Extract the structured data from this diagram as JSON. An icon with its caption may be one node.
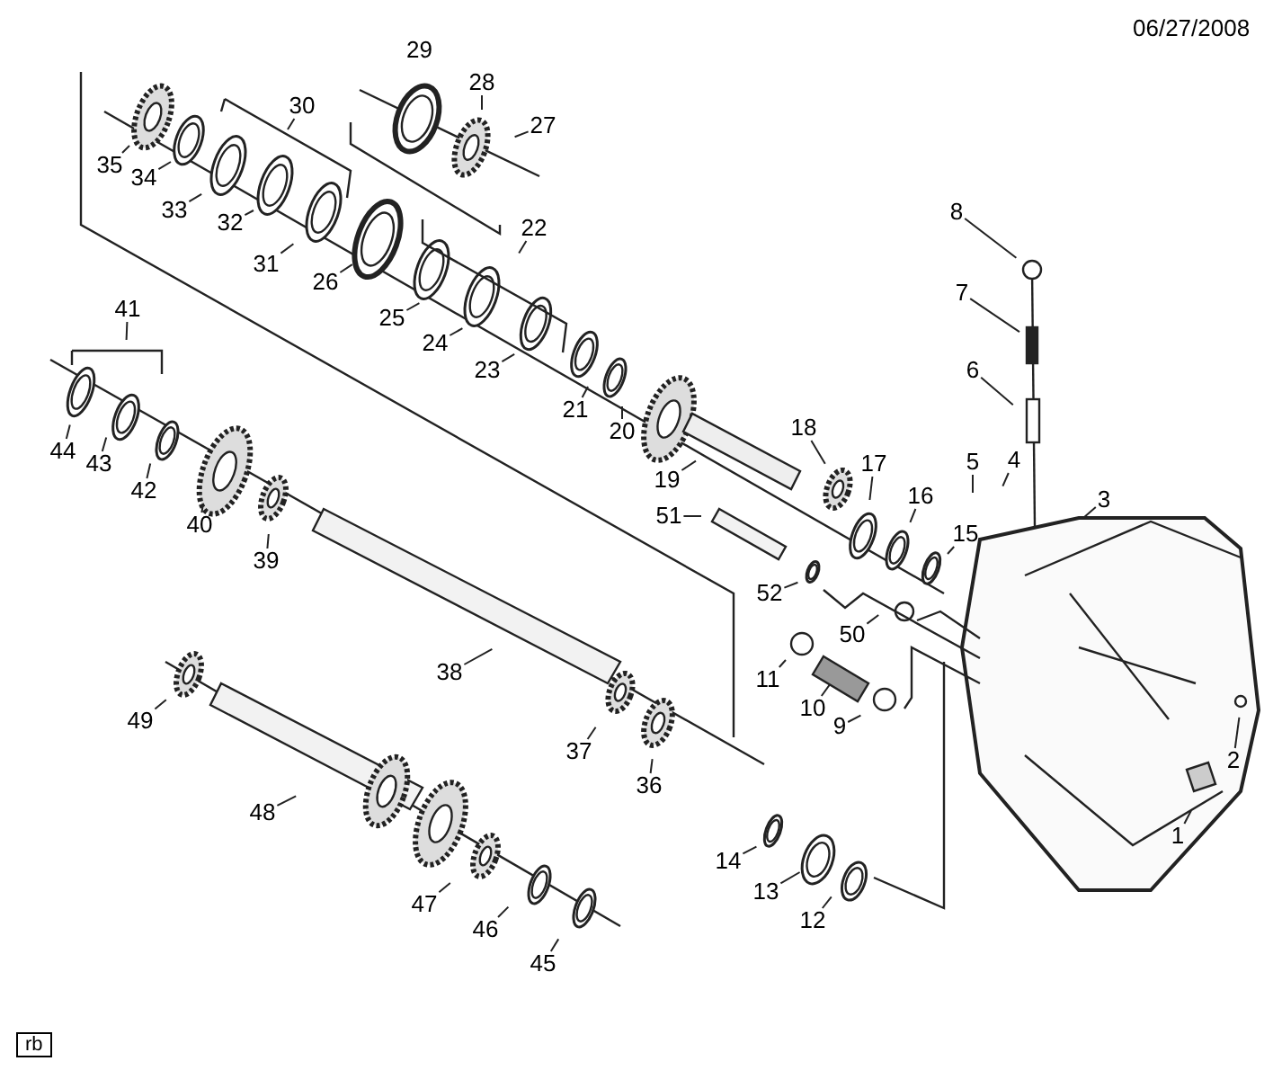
{
  "diagram": {
    "nodes": [
      {
        "text": [
          "1"
        ]
      },
      {
        "text": [
          "2"
        ]
      },
      {
        "text": [
          "3"
        ]
      },
      {
        "text": [
          "4"
        ]
      },
      {
        "text": [
          "5"
        ]
      },
      {
        "text": [
          "6"
        ]
      },
      {
        "text": [
          "7"
        ]
      },
      {
        "text": [
          "8"
        ]
      },
      {
        "text": [
          "9"
        ]
      },
      {
        "text": [
          "10"
        ]
      },
      {
        "text": [
          "11"
        ]
      },
      {
        "text": [
          "12"
        ]
      },
      {
        "text": [
          "13"
        ]
      },
      {
        "text": [
          "14"
        ]
      },
      {
        "text": [
          "15"
        ]
      },
      {
        "text": [
          "16"
        ]
      },
      {
        "text": [
          "17"
        ]
      },
      {
        "text": [
          "18"
        ]
      },
      {
        "text": [
          "19"
        ]
      },
      {
        "text": [
          "20"
        ]
      },
      {
        "text": [
          "21"
        ]
      },
      {
        "text": [
          "22"
        ]
      },
      {
        "text": [
          "23"
        ]
      },
      {
        "text": [
          "24"
        ]
      },
      {
        "text": [
          "25"
        ]
      },
      {
        "text": [
          "26"
        ]
      },
      {
        "text": [
          "27"
        ]
      },
      {
        "text": [
          "28"
        ]
      },
      {
        "text": [
          "30"
        ]
      },
      {
        "text": [
          "31"
        ]
      },
      {
        "text": [
          "32"
        ]
      },
      {
        "text": [
          "33"
        ]
      },
      {
        "text": [
          "34"
        ]
      },
      {
        "text": [
          "35"
        ]
      },
      {
        "text": [
          "36"
        ]
      },
      {
        "text": [
          "37"
        ]
      },
      {
        "text": [
          "38"
        ]
      },
      {
        "text": [
          "39"
        ]
      },
      {
        "text": [
          "40"
        ]
      },
      {
        "text": [
          "41"
        ]
      },
      {
        "text": [
          "42"
        ]
      },
      {
        "text": [
          "43"
        ]
      },
      {
        "text": [
          "44"
        ]
      },
      {
        "text": [
          "45"
        ]
      },
      {
        "text": [
          "46"
        ]
      },
      {
        "text": [
          "47"
        ]
      },
      {
        "text": [
          "48"
        ]
      },
      {
        "text": [
          "49"
        ]
      },
      {
        "text": [
          "50"
        ]
      },
      {
        "text": [
          "51"
        ]
      },
      {
        "text": [
          "52"
        ]
      }
    ],
    "edges": [
      {
        "from": 0,
        "to": null,
        "arrow": "none"
      },
      {
        "from": 1,
        "to": null,
        "arrow": "none"
      },
      {
        "from": 2,
        "to": null,
        "arrow": "none"
      },
      {
        "from": 3,
        "to": null,
        "arrow": "none"
      },
      {
        "from": 4,
        "to": null,
        "arrow": "none"
      },
      {
        "from": 5,
        "to": null,
        "arrow": "none"
      },
      {
        "from": 6,
        "to": null,
        "arrow": "none"
      },
      {
        "from": 7,
        "to": null,
        "arrow": "none"
      },
      {
        "from": 8,
        "to": null,
        "arrow": "none"
      },
      {
        "from": 9,
        "to": null,
        "arrow": "none"
      },
      {
        "from": 10,
        "to": null,
        "arrow": "none"
      },
      {
        "from": 11,
        "to": null,
        "arrow": "none"
      },
      {
        "from": 12,
        "to": null,
        "arrow": "none"
      },
      {
        "from": 13,
        "to": null,
        "arrow": "none"
      },
      {
        "from": 14,
        "to": null,
        "arrow": "none"
      },
      {
        "from": 15,
        "to": null,
        "arrow": "none"
      },
      {
        "from": 16,
        "to": null,
        "arrow": "none"
      },
      {
        "from": 17,
        "to": null,
        "arrow": "none"
      },
      {
        "from": 18,
        "to": null,
        "arrow": "none"
      },
      {
        "from": 19,
        "to": null,
        "arrow": "none"
      },
      {
        "from": 20,
        "to": null,
        "arrow": "none"
      },
      {
        "from": 21,
        "to": null,
        "arrow": "none"
      },
      {
        "from": 22,
        "to": null,
        "arrow": "none"
      },
      {
        "from": 23,
        "to": null,
        "arrow": "none"
      },
      {
        "from": 24,
        "to": null,
        "arrow": "none"
      },
      {
        "from": 25,
        "to": null,
        "arrow": "none"
      },
      {
        "from": 26,
        "to": null,
        "arrow": "none"
      },
      {
        "from": 27,
        "to": null,
        "arrow": "none"
      },
      {
        "from": 28,
        "to": null,
        "arrow": "none"
      },
      {
        "from": 29,
        "to": null,
        "arrow": "none"
      },
      {
        "from": 30,
        "to": null,
        "arrow": "none"
      },
      {
        "from": 31,
        "to": null,
        "arrow": "none"
      },
      {
        "from": 32,
        "to": null,
        "arrow": "none"
      },
      {
        "from": 33,
        "to": null,
        "arrow": "none"
      },
      {
        "from": 34,
        "to": null,
        "arrow": "none"
      },
      {
        "from": 35,
        "to": null,
        "arrow": "none"
      },
      {
        "from": 36,
        "to": null,
        "arrow": "none"
      },
      {
        "from": 37,
        "to": null,
        "arrow": "none"
      },
      {
        "from": 38,
        "to": null,
        "arrow": "none"
      },
      {
        "from": 39,
        "to": null,
        "arrow": "none"
      },
      {
        "from": 40,
        "to": null,
        "arrow": "none"
      },
      {
        "from": 41,
        "to": null,
        "arrow": "none"
      },
      {
        "from": 42,
        "to": null,
        "arrow": "none"
      },
      {
        "from": 43,
        "to": null,
        "arrow": "none"
      },
      {
        "from": 44,
        "to": null,
        "arrow": "none"
      },
      {
        "from": 45,
        "to": null,
        "arrow": "none"
      },
      {
        "from": 46,
        "to": null,
        "arrow": "none"
      },
      {
        "from": 47,
        "to": null,
        "arrow": "none"
      },
      {
        "from": 48,
        "to": null,
        "arrow": "none"
      },
      {
        "from": 49,
        "to": null,
        "arrow": "none"
      },
      {
        "from": 50,
        "to": null,
        "arrow": "none"
      }
    ],
    "labels": [
      "06/27/2008",
      "29",
      "rb"
    ]
  }
}
